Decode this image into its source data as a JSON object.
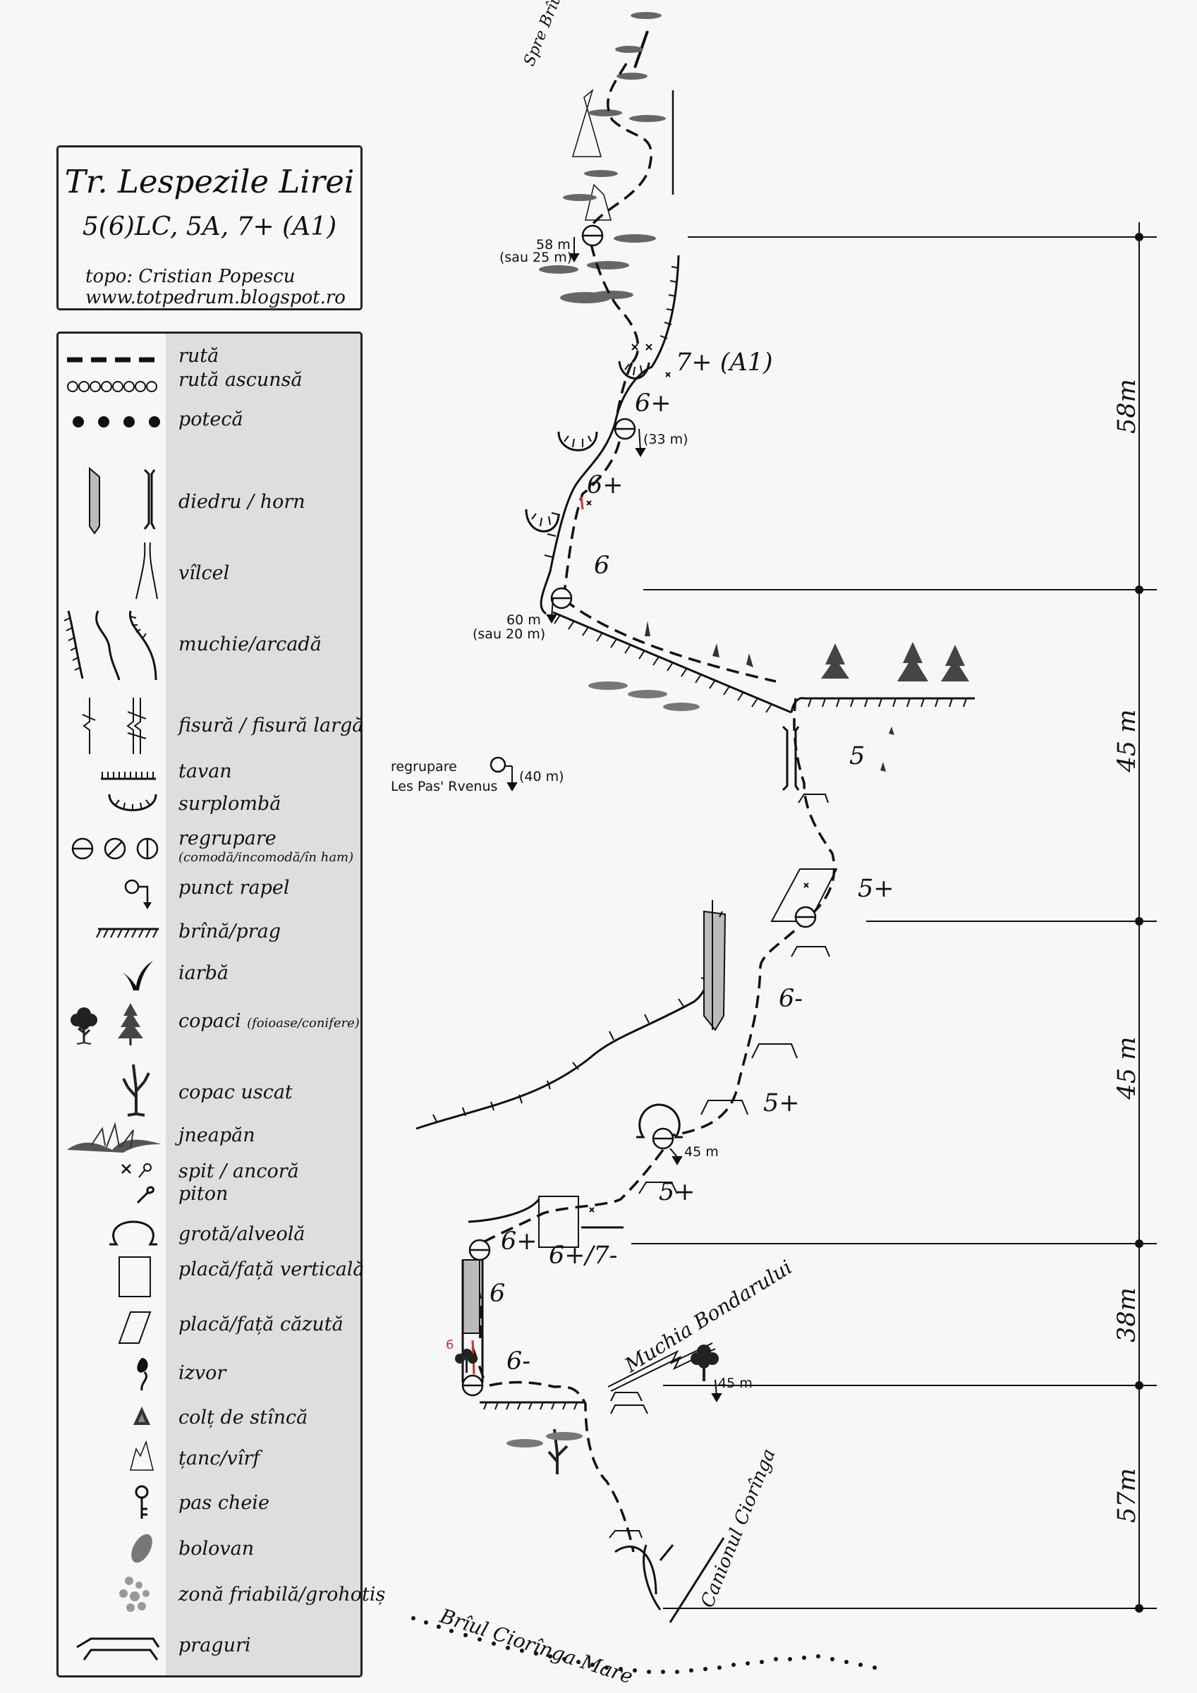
{
  "title": {
    "route_name": "Tr. Lespezile Lirei",
    "grade": "5(6)LC, 5A, 7+ (A1)",
    "topo_author": "topo: Cristian Popescu",
    "website": "www.totpedrum.blogspot.ro"
  },
  "legend": [
    {
      "icon": "route-dashed-line",
      "label": "rută"
    },
    {
      "icon": "hidden-route-circles",
      "label": "rută ascunsă"
    },
    {
      "icon": "path-dots",
      "label": "potecă"
    },
    {
      "icon": "dihedral-chimney",
      "label": "diedru / horn"
    },
    {
      "icon": "gully",
      "label": "vîlcel"
    },
    {
      "icon": "edge-arch",
      "label": "muchie/arcadă"
    },
    {
      "icon": "crack-wide-crack",
      "label": "fisură / fisură largă"
    },
    {
      "icon": "roof",
      "label": "tavan"
    },
    {
      "icon": "overhang",
      "label": "surplombă"
    },
    {
      "icon": "belay-station",
      "label": "regrupare",
      "sublabel": "(comodă/incomodă/în ham)"
    },
    {
      "icon": "rappel-point",
      "label": "punct rapel"
    },
    {
      "icon": "ledge",
      "label": "brînă/prag"
    },
    {
      "icon": "grass",
      "label": "iarbă"
    },
    {
      "icon": "trees",
      "label": "copaci",
      "sublabel": "(foioase/conifere)"
    },
    {
      "icon": "dead-tree",
      "label": "copac uscat"
    },
    {
      "icon": "dwarf-pine",
      "label": "jneapăn"
    },
    {
      "icon": "bolt-anchor-piton",
      "label": "spit / ancoră",
      "label2": "piton"
    },
    {
      "icon": "cave",
      "label": "grotă/alveolă"
    },
    {
      "icon": "vertical-slab",
      "label": "placă/față verticală"
    },
    {
      "icon": "slanted-slab",
      "label": "placă/față căzută"
    },
    {
      "icon": "spring",
      "label": "izvor"
    },
    {
      "icon": "rock-tooth",
      "label": "colț de stîncă"
    },
    {
      "icon": "pinnacle",
      "label": "țanc/vîrf"
    },
    {
      "icon": "key-step",
      "label": "pas cheie"
    },
    {
      "icon": "boulder",
      "label": "bolovan"
    },
    {
      "icon": "scree",
      "label": "zonă friabilă/grohotiș"
    },
    {
      "icon": "steps",
      "label": "praguri"
    }
  ],
  "topo": {
    "pitch_grades": [
      "7+ (A1)",
      "6+",
      "6+",
      "6",
      "5",
      "5+",
      "6-",
      "5+",
      "5+",
      "6+",
      "6+/7-",
      "6",
      "6-"
    ],
    "red_grade": "6",
    "rappel_labels": [
      "58 m",
      "(sau 25 m)",
      "(33 m)",
      "60 m",
      "(sau 20 m)",
      "45 m",
      "45 m",
      "(40 m)"
    ],
    "regroup_note": [
      "regrupare",
      "Les Pas' Rvenus"
    ],
    "place_names": [
      "Spre Brîul de Sus",
      "Muchia Bondarului",
      "Canionul Ciorînga",
      "Brîul Ciorînga Mare"
    ],
    "heights": [
      "58m",
      "45 m",
      "45 m",
      "38m",
      "57m"
    ]
  },
  "colors": {
    "ink": "#111111",
    "panel": "#dedede",
    "accent_red": "#d23030",
    "chimney_gray": "#bbbbbb"
  }
}
